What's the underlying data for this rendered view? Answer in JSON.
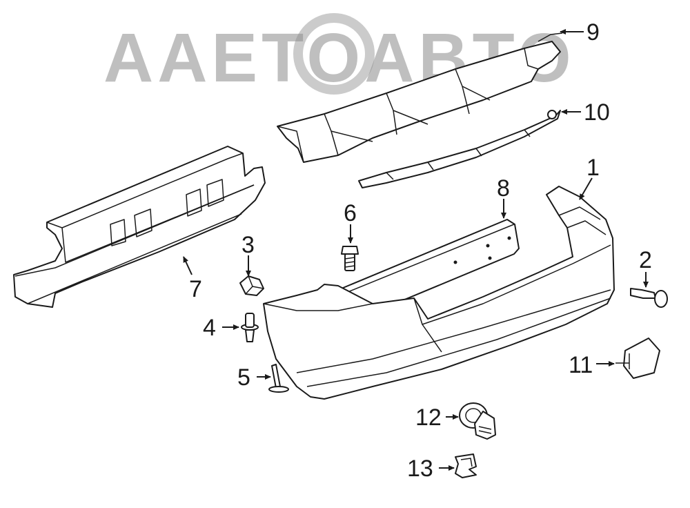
{
  "watermark": {
    "text": "AAETOABTO",
    "color": "#8c8c8c"
  },
  "callouts": [
    {
      "id": "1",
      "label": "1"
    },
    {
      "id": "2",
      "label": "2"
    },
    {
      "id": "3",
      "label": "3"
    },
    {
      "id": "4",
      "label": "4"
    },
    {
      "id": "5",
      "label": "5"
    },
    {
      "id": "6",
      "label": "6"
    },
    {
      "id": "7",
      "label": "7"
    },
    {
      "id": "8",
      "label": "8"
    },
    {
      "id": "9",
      "label": "9"
    },
    {
      "id": "10",
      "label": "10"
    },
    {
      "id": "11",
      "label": "11"
    },
    {
      "id": "12",
      "label": "12"
    },
    {
      "id": "13",
      "label": "13"
    }
  ],
  "colors": {
    "line": "#1a1a1a",
    "background": "#ffffff",
    "watermark": "#8c8c8c"
  }
}
